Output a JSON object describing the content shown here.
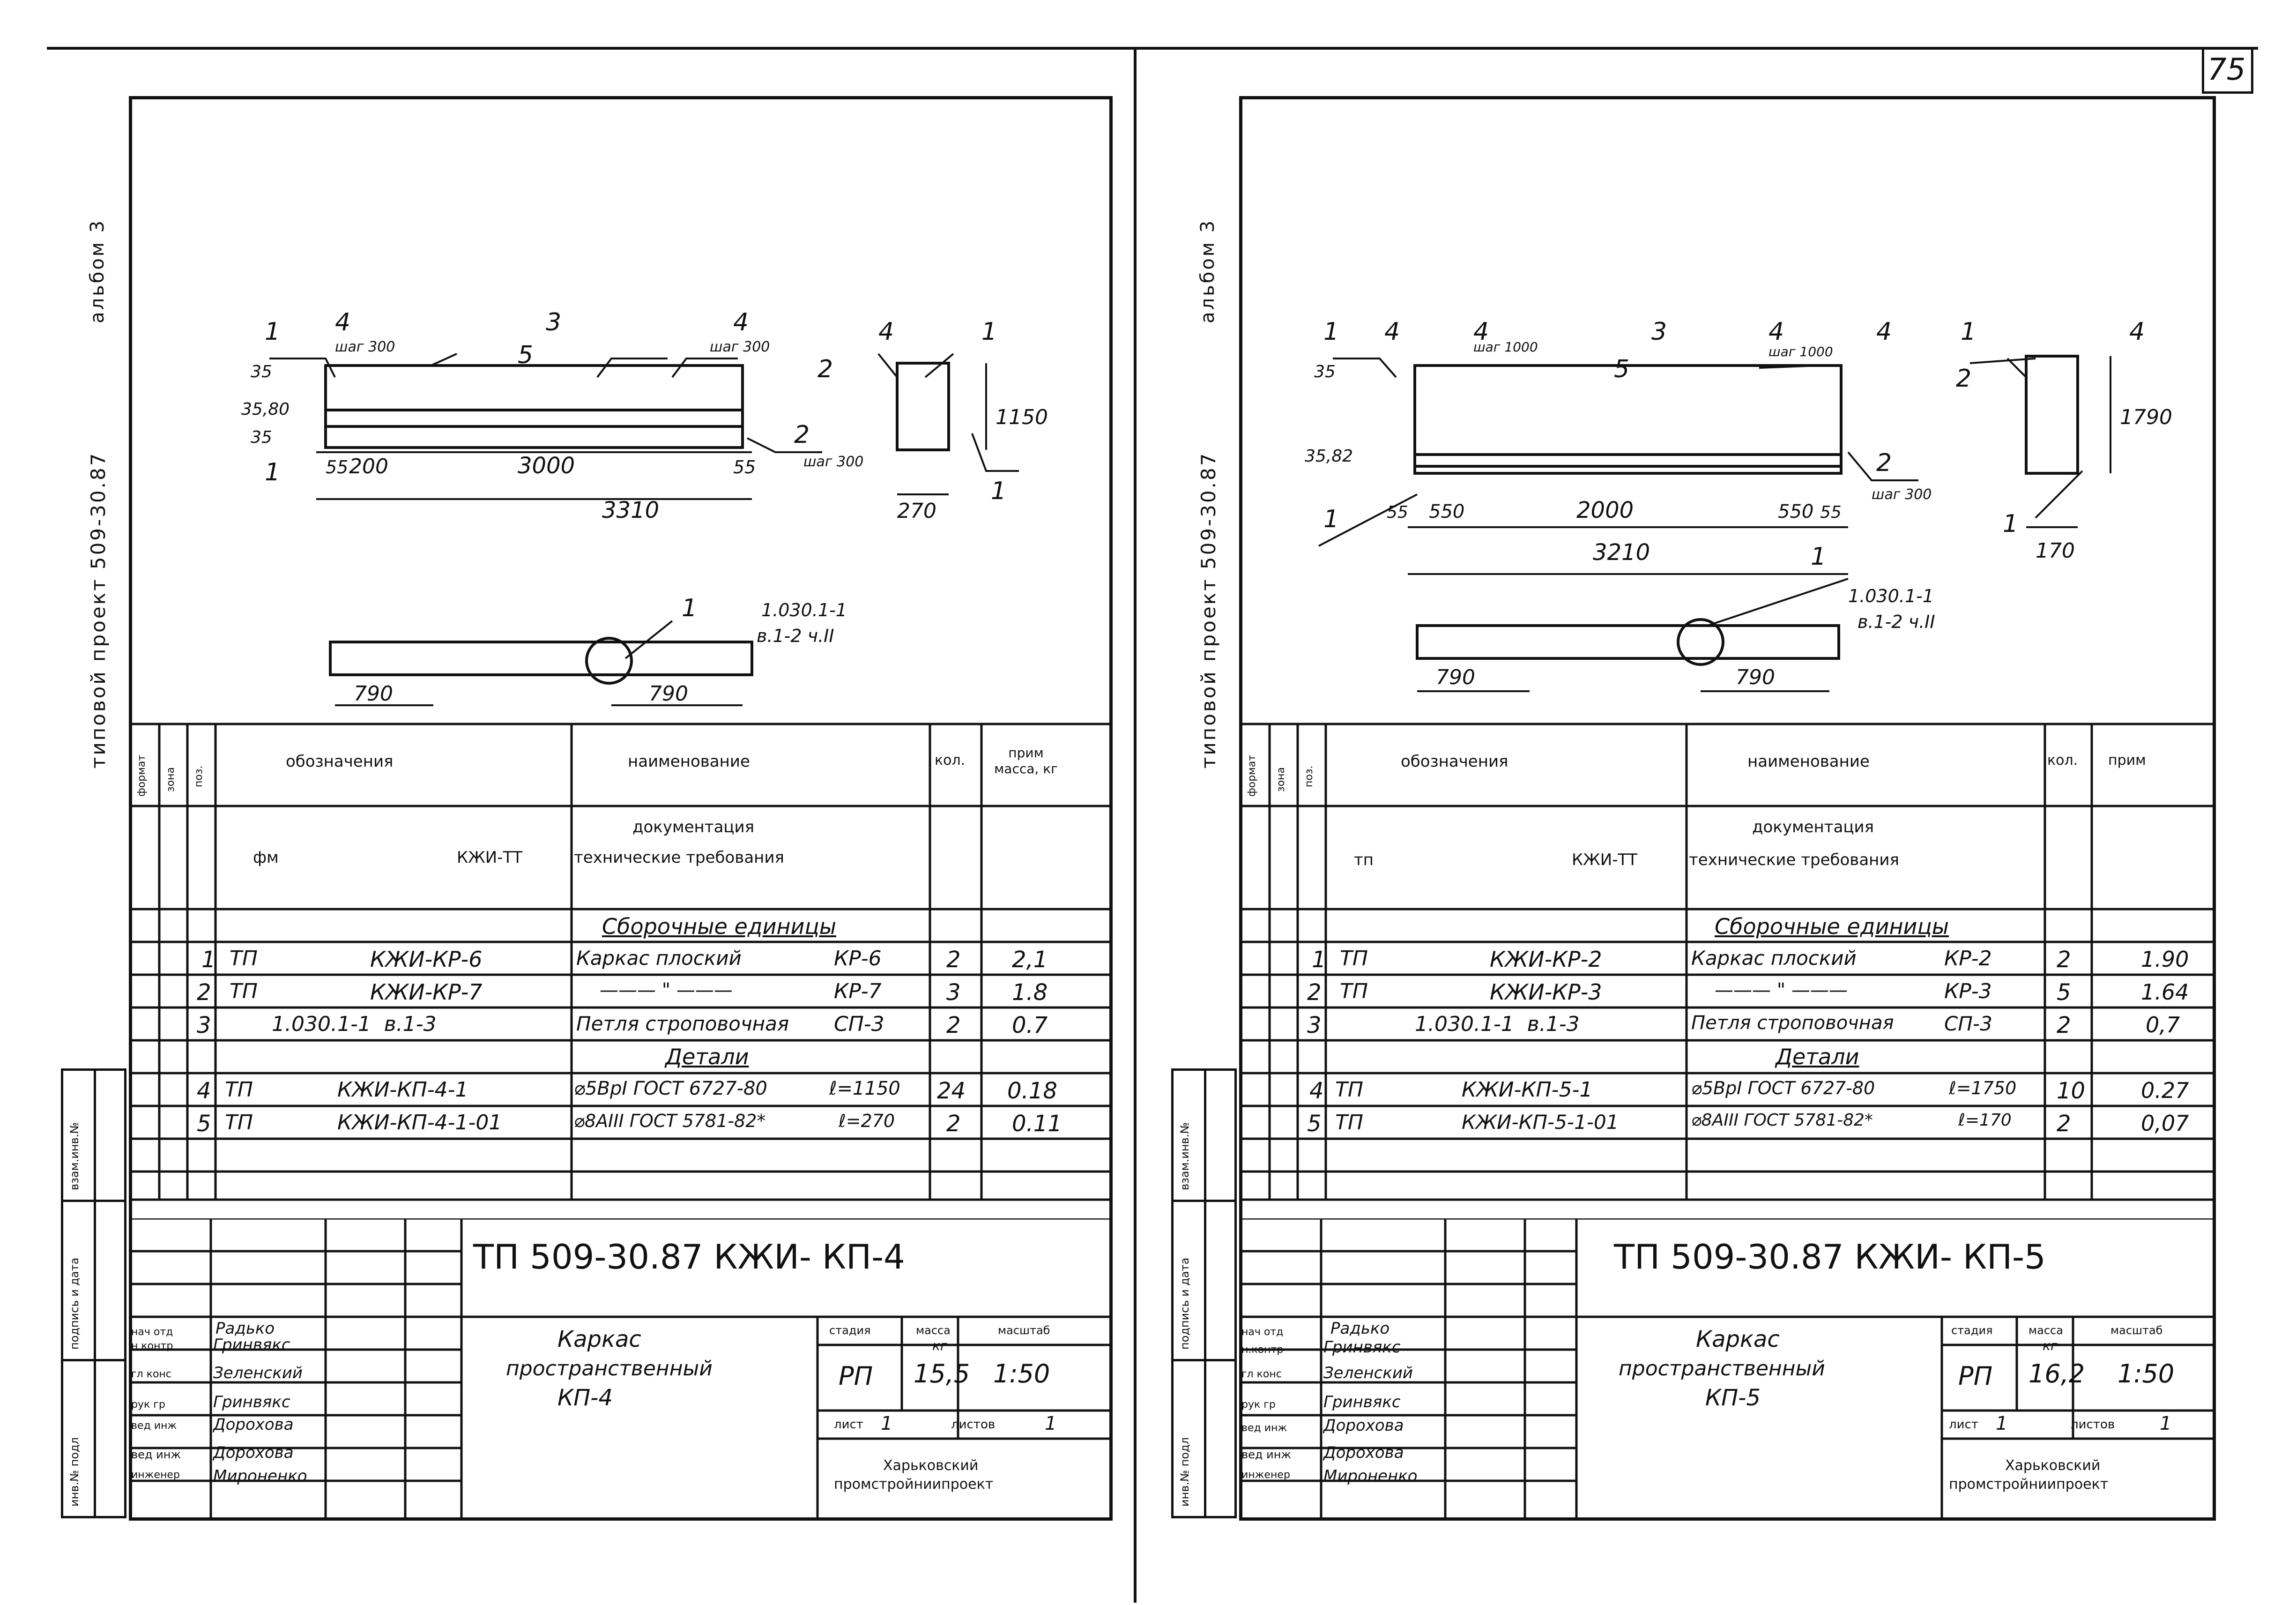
{
  "page_number": "75",
  "sheets": [
    {
      "album": "альбом 3",
      "project": "типовой проект 509-30.87",
      "side_stamp_labels": [
        "инв.№ подл",
        "подпись и дата",
        "взам.инв.№"
      ],
      "drawing": {
        "dims": [
          "3310",
          "3000",
          "200",
          "55",
          "55",
          "270",
          "1150",
          "790",
          "790",
          "35",
          "35,80",
          "35"
        ],
        "callouts": [
          "1",
          "4",
          "3",
          "4",
          "5",
          "1",
          "2",
          "4",
          "1",
          "2",
          "1",
          "1"
        ],
        "notes": [
          "шаг 300",
          "шаг 300",
          "шаг 300",
          "1.030.1-1",
          "в.1-2 ч.II"
        ]
      },
      "spec": {
        "headers": [
          "формат",
          "зона",
          "поз.",
          "обозначения",
          "наименование",
          "кол.",
          "прим масса, кг"
        ],
        "doc_title": "документация",
        "doc_left": "фм",
        "doc_mid": "КЖИ-ТТ",
        "doc_name": "технические требования",
        "section_assembly": "Сборочные единицы",
        "section_details": "Детали",
        "rows": [
          {
            "pos": "1",
            "prefix": "ТП",
            "designation": "КЖИ-КР-6",
            "name": "Каркас плоский",
            "name2": "КР-6",
            "qty": "2",
            "note": "2,1"
          },
          {
            "pos": "2",
            "prefix": "ТП",
            "designation": "КЖИ-КР-7",
            "name": "——— \" ———",
            "name2": "КР-7",
            "qty": "3",
            "note": "1.8"
          },
          {
            "pos": "3",
            "prefix": "",
            "designation": "1.030.1-1  в.1-3",
            "name": "Петля строповочная",
            "name2": "СП-3",
            "qty": "2",
            "note": "0.7"
          },
          {
            "pos": "4",
            "prefix": "ТП",
            "designation": "КЖИ-КП-4-1",
            "name": "⌀5ВрI ГОСТ 6727-80",
            "name2": "ℓ=1150",
            "qty": "24",
            "note": "0.18"
          },
          {
            "pos": "5",
            "prefix": "ТП",
            "designation": "КЖИ-КП-4-1-01",
            "name": "⌀8АIII ГОСТ 5781-82*",
            "name2": "ℓ=270",
            "qty": "2",
            "note": "0.11"
          }
        ]
      },
      "title_block": {
        "code": "ТП 509-30.87 КЖИ- КП-4",
        "roles": [
          "нач отд",
          "н контр",
          "гл конс",
          "рук гр",
          "вед инж",
          "вед инж",
          "инженер"
        ],
        "names": [
          "Радько",
          "Гринвякс",
          "Зеленский",
          "Гринвякс",
          "Дорохова",
          "Дорохова",
          "Мироненко"
        ],
        "title": [
          "Каркас",
          "пространственный",
          "КП-4"
        ],
        "stage_label": "стадия",
        "mass_label": "масса",
        "scale_label": "масштаб",
        "mass_unit": "кг",
        "stage": "РП",
        "mass": "15,5",
        "scale": "1:50",
        "sheet_label": "лист",
        "sheet": "1",
        "sheets_label": "листов",
        "sheets": "1",
        "org": [
          "Харьковский",
          "промстройниипроект"
        ]
      }
    },
    {
      "album": "альбом 3",
      "project": "типовой проект 509-30.87",
      "side_stamp_labels": [
        "инв.№ подл",
        "подпись и дата",
        "взам.инв.№"
      ],
      "drawing": {
        "dims": [
          "3210",
          "2000",
          "550",
          "550",
          "55",
          "55",
          "170",
          "1790",
          "790",
          "790",
          "35",
          "35,82"
        ],
        "callouts": [
          "1",
          "4",
          "4",
          "3",
          "4",
          "4",
          "5",
          "2",
          "1",
          "1",
          "4",
          "2",
          "1",
          "1"
        ],
        "notes": [
          "шаг 1000",
          "шаг 1000",
          "шаг 300",
          "1.030.1-1",
          "в.1-2 ч.II"
        ]
      },
      "spec": {
        "headers": [
          "формат",
          "зона",
          "поз.",
          "обозначения",
          "наименование",
          "кол.",
          "прим"
        ],
        "doc_title": "документация",
        "doc_left": "тп",
        "doc_mid": "КЖИ-ТТ",
        "doc_name": "технические требования",
        "section_assembly": "Сборочные единицы",
        "section_details": "Детали",
        "rows": [
          {
            "pos": "1",
            "prefix": "ТП",
            "designation": "КЖИ-КР-2",
            "name": "Каркас плоский",
            "name2": "КР-2",
            "qty": "2",
            "note": "1.90"
          },
          {
            "pos": "2",
            "prefix": "ТП",
            "designation": "КЖИ-КР-3",
            "name": "——— \" ———",
            "name2": "КР-3",
            "qty": "5",
            "note": "1.64"
          },
          {
            "pos": "3",
            "prefix": "",
            "designation": "1.030.1-1  в.1-3",
            "name": "Петля строповочная",
            "name2": "СП-3",
            "qty": "2",
            "note": "0,7"
          },
          {
            "pos": "4",
            "prefix": "ТП",
            "designation": "КЖИ-КП-5-1",
            "name": "⌀5ВрI ГОСТ 6727-80",
            "name2": "ℓ=1750",
            "qty": "10",
            "note": "0.27"
          },
          {
            "pos": "5",
            "prefix": "ТП",
            "designation": "КЖИ-КП-5-1-01",
            "name": "⌀8АIII ГОСТ 5781-82*",
            "name2": "ℓ=170",
            "qty": "2",
            "note": "0,07"
          }
        ]
      },
      "title_block": {
        "code": "ТП 509-30.87 КЖИ- КП-5",
        "roles": [
          "нач отд",
          "н.контр",
          "гл конс",
          "рук гр",
          "вед инж",
          "вед инж",
          "инженер"
        ],
        "names": [
          "Радько",
          "Гринвякс",
          "Зеленский",
          "Гринвякс",
          "Дорохова",
          "Дорохова",
          "Мироненко"
        ],
        "title": [
          "Каркас",
          "пространственный",
          "КП-5"
        ],
        "stage_label": "стадия",
        "mass_label": "масса",
        "scale_label": "масштаб",
        "mass_unit": "кг",
        "stage": "РП",
        "mass": "16,2",
        "scale": "1:50",
        "sheet_label": "лист",
        "sheet": "1",
        "sheets_label": "листов",
        "sheets": "1",
        "org": [
          "Харьковский",
          "промстройниипроект"
        ]
      }
    }
  ]
}
